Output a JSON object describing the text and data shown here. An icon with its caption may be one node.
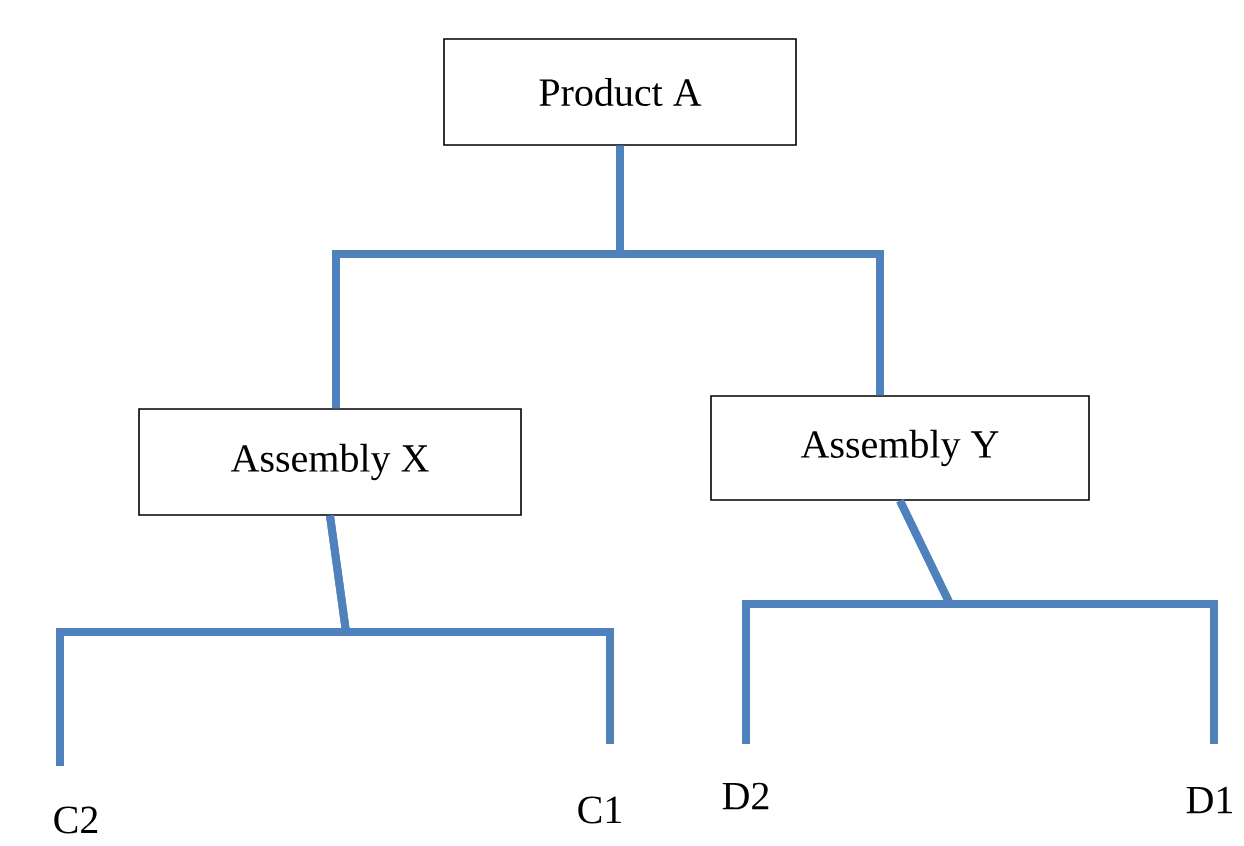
{
  "diagram": {
    "nodes": [
      {
        "text": [
          "Product A"
        ]
      },
      {
        "text": [
          "Assembly X"
        ]
      },
      {
        "text": [
          "Assembly Y"
        ]
      },
      {
        "text": [
          "C2"
        ]
      },
      {
        "text": [
          "C1"
        ]
      },
      {
        "text": [
          "D2"
        ]
      },
      {
        "text": [
          "D1"
        ]
      }
    ],
    "edges": [
      {
        "from": 0,
        "to": 1,
        "arrow": "none"
      },
      {
        "from": 0,
        "to": 2,
        "arrow": "none"
      },
      {
        "from": 1,
        "to": 3,
        "arrow": "none"
      },
      {
        "from": 1,
        "to": 4,
        "arrow": "none"
      },
      {
        "from": 2,
        "to": 5,
        "arrow": "none"
      },
      {
        "from": 2,
        "to": 6,
        "arrow": "none"
      }
    ]
  }
}
